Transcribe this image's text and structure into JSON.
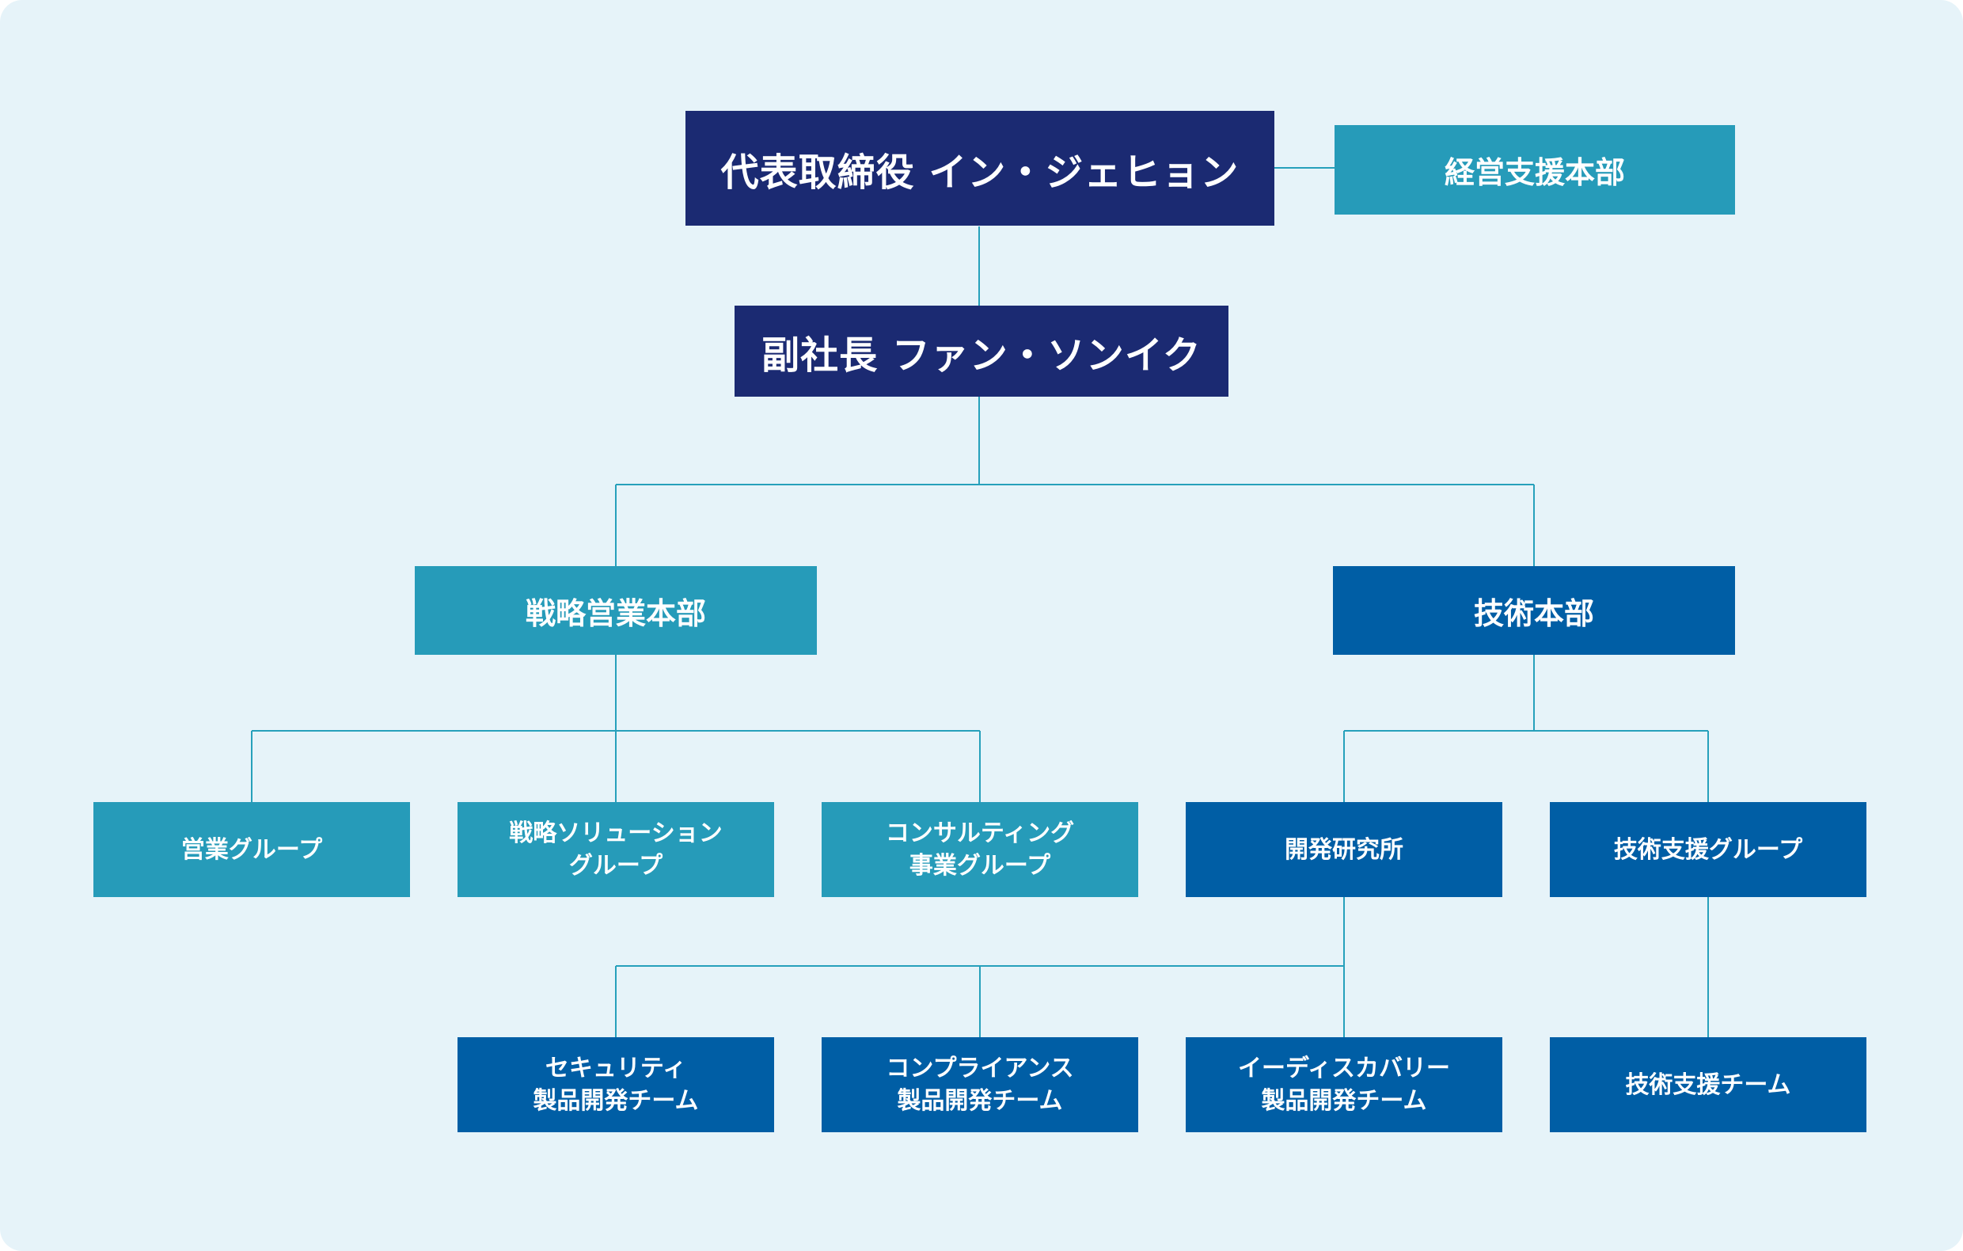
{
  "org_chart": {
    "ceo": "代表取締役 イン・ジェヒョン",
    "management_support": "経営支援本部",
    "vice_president": "副社長 ファン・ソンイク",
    "divisions": {
      "strategic_sales": {
        "name": "戦略営業本部",
        "groups": [
          "営業グループ",
          "戦略ソリューション\nグループ",
          "コンサルティング\n事業グループ"
        ]
      },
      "technology": {
        "name": "技術本部",
        "groups": {
          "rnd": {
            "name": "開発研究所",
            "teams": [
              "セキュリティ\n製品開発チーム",
              "コンプライアンス\n製品開発チーム",
              "イーディスカバリー\n製品開発チーム"
            ]
          },
          "tech_support": {
            "name": "技術支援グループ",
            "teams": [
              "技術支援チーム"
            ]
          }
        }
      }
    }
  },
  "colors": {
    "background": "#e6f3f9",
    "executive": "#1b2a72",
    "sales_and_support": "#269bb9",
    "technology": "#005ea5",
    "connector": "#26a0bb"
  }
}
